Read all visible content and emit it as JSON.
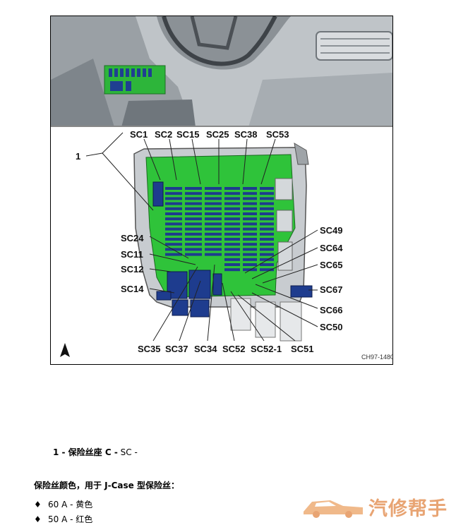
{
  "figure": {
    "callout_number": "1",
    "fuse_labels": {
      "top": [
        "SC1",
        "SC2",
        "SC15",
        "SC25",
        "SC38",
        "SC53"
      ],
      "left": [
        "SC24",
        "SC11",
        "SC12",
        "SC14"
      ],
      "right": [
        "SC49",
        "SC64",
        "SC65",
        "SC67",
        "SC66",
        "SC50"
      ],
      "bottom": [
        "SC35",
        "SC37",
        "SC34",
        "SC52",
        "SC52-1",
        "SC51"
      ]
    },
    "image_code": "CH97-1480",
    "north_arrow": "arrow-up-icon"
  },
  "legend": {
    "item": "1 - 保险丝座 C -",
    "suffix": "SC  -"
  },
  "fuse_color_heading": "保险丝颜色，用于 J-Case 型保险丝：",
  "fuse_colors": [
    {
      "bullet": "♦",
      "text": "60 A - 黄色"
    },
    {
      "bullet": "♦",
      "text": "50 A - 红色"
    }
  ],
  "watermark": {
    "text": "汽修帮手",
    "color": "#e8a473"
  }
}
